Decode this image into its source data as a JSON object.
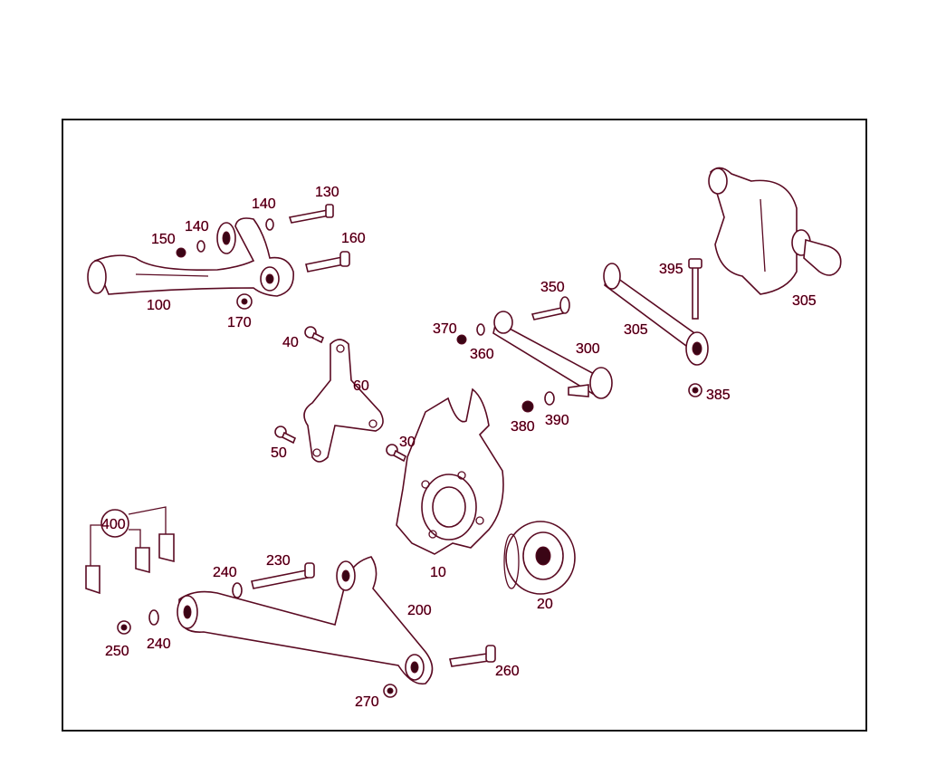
{
  "diagram": {
    "line_color": "#5a0a22",
    "accent_color": "#c8003c",
    "labels": {
      "p130": "130",
      "p140a": "140",
      "p140b": "140",
      "p150": "150",
      "p160": "160",
      "p100": "100",
      "p170": "170",
      "p40": "40",
      "p60": "60",
      "p50": "50",
      "p30": "30",
      "p370": "370",
      "p360": "360",
      "p350": "350",
      "p300": "300",
      "p380": "380",
      "p390": "390",
      "p305a": "305",
      "p395": "395",
      "p385": "385",
      "p305b": "305",
      "p10": "10",
      "p20": "20",
      "p400": "400",
      "p230": "230",
      "p240a": "240",
      "p240b": "240",
      "p250": "250",
      "p200": "200",
      "p260": "260",
      "p270": "270"
    }
  }
}
